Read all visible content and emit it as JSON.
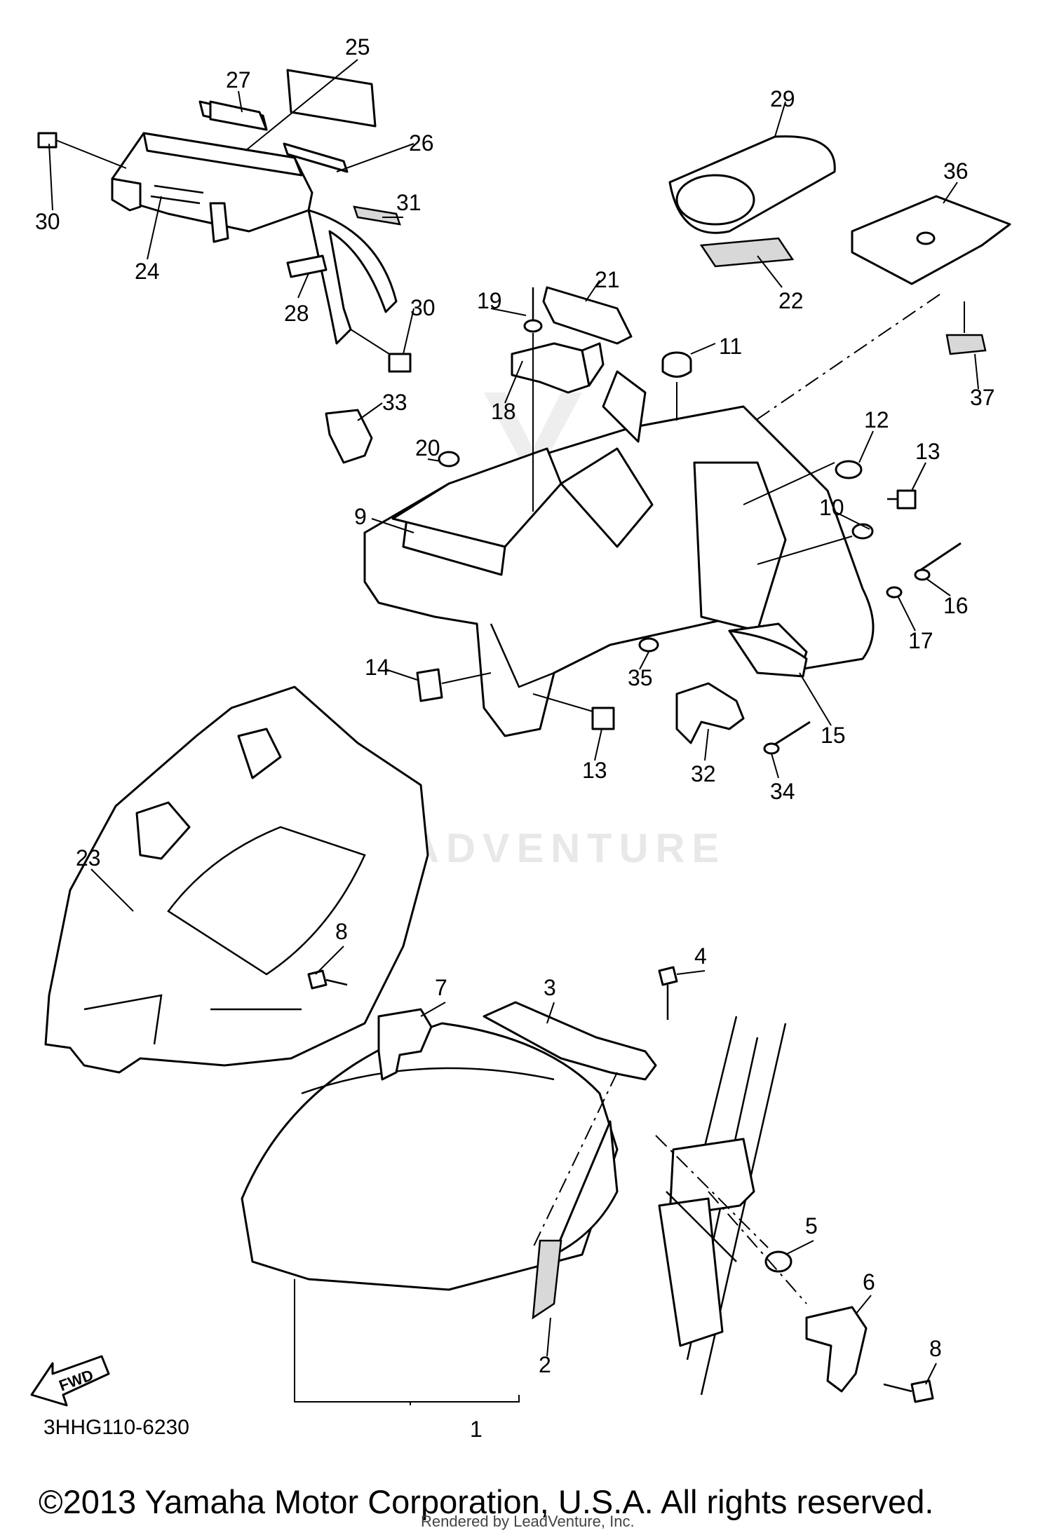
{
  "diagram": {
    "code": "3HHG110-6230",
    "copyright": "©2013 Yamaha Motor Corporation, U.S.A. All rights reserved.",
    "render_credit": "Rendered by LeadVenture, Inc.",
    "watermark": "LEADVENTURE",
    "fwd_label": "FWD",
    "callouts": [
      "1",
      "2",
      "3",
      "4",
      "5",
      "6",
      "7",
      "8",
      "8",
      "9",
      "10",
      "11",
      "12",
      "13",
      "13",
      "14",
      "15",
      "16",
      "17",
      "18",
      "19",
      "20",
      "21",
      "22",
      "23",
      "24",
      "25",
      "26",
      "27",
      "28",
      "29",
      "30",
      "30",
      "31",
      "32",
      "33",
      "34",
      "35",
      "36",
      "37"
    ]
  }
}
